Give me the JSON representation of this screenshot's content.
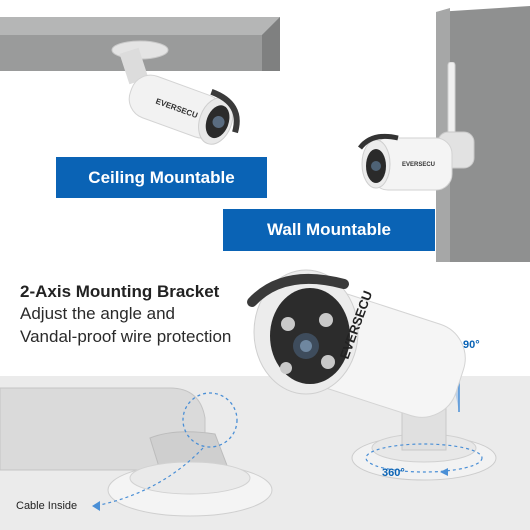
{
  "mount_options": {
    "ceiling_label": "Ceiling Mountable",
    "wall_label": "Wall Mountable"
  },
  "bracket": {
    "title": "2-Axis Mounting Bracket",
    "description_line1": "Adjust the angle and",
    "description_line2": "Vandal-proof wire protection"
  },
  "callouts": {
    "cable": "Cable Inside",
    "tilt": "90°",
    "rotate": "360°"
  },
  "brand": {
    "logo_text": "EVERSECU"
  },
  "colors": {
    "banner": "#0a63b5",
    "slab": "#8f9090",
    "floor": "#ebebeb",
    "camera_body": "#f4f4f4"
  }
}
